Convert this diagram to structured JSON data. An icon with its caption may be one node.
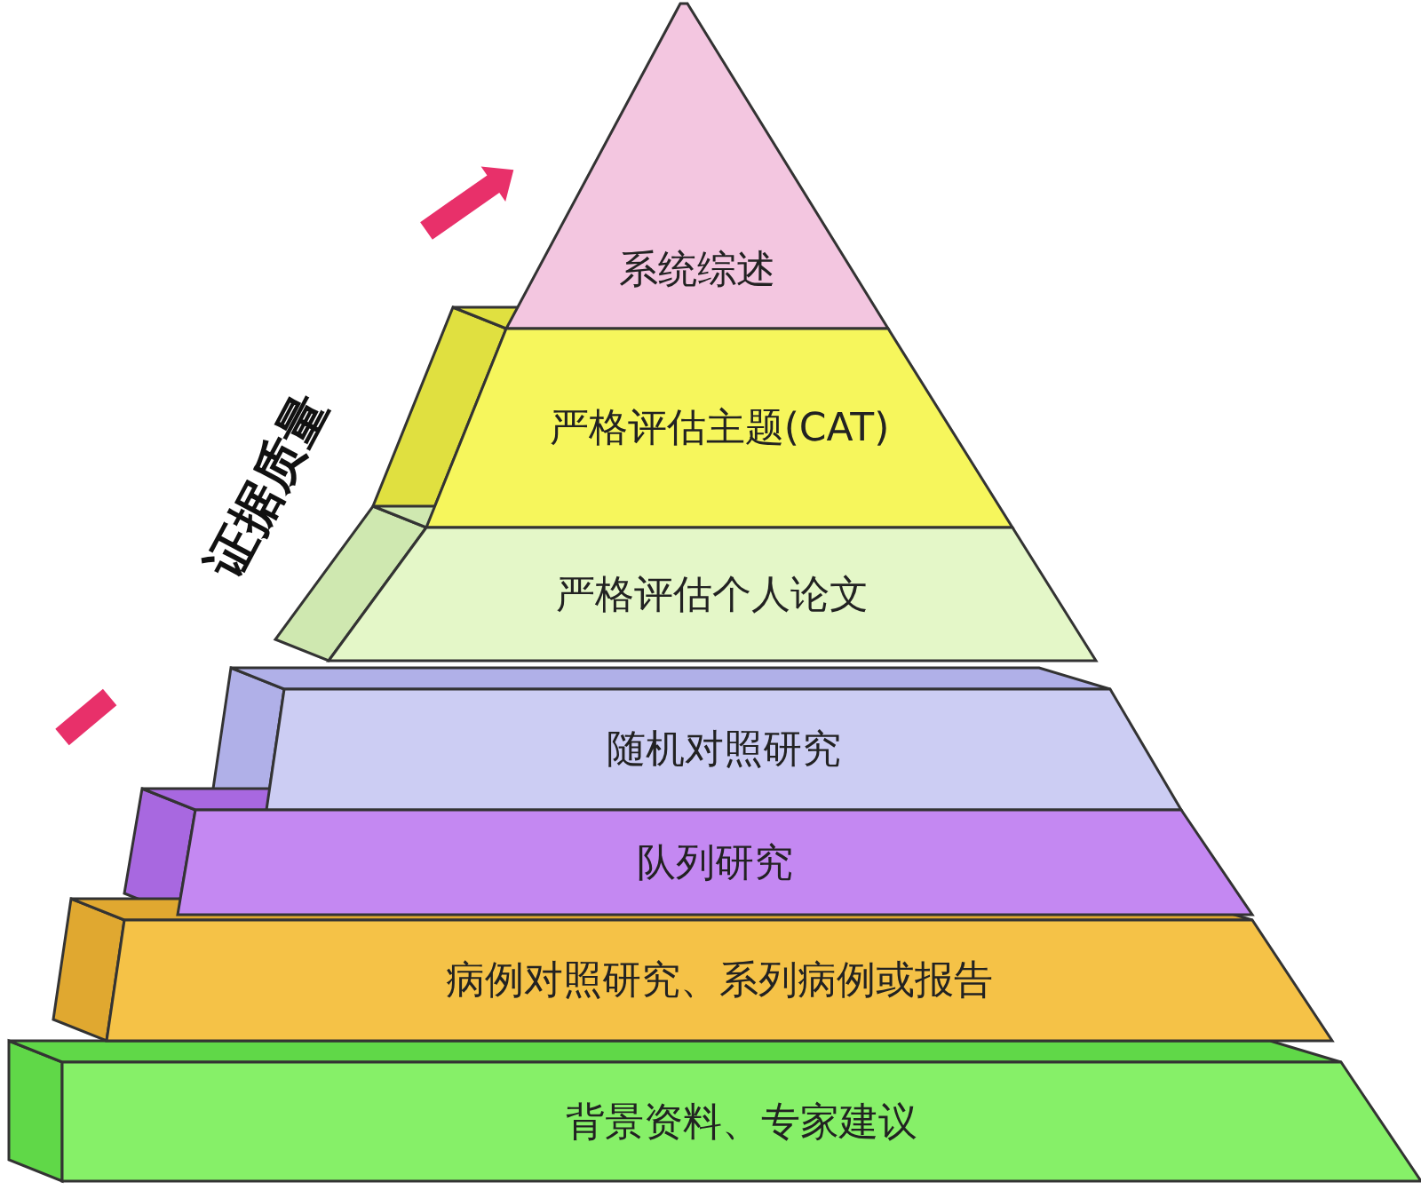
{
  "diagram": {
    "nodes": [
      {
        "text": [
          "系统综述"
        ]
      },
      {
        "text": [
          "严格评估主题(CAT)"
        ]
      },
      {
        "text": [
          "严格评估个人论文"
        ]
      },
      {
        "text": [
          "随机对照研究"
        ]
      },
      {
        "text": [
          "队列研究"
        ]
      },
      {
        "text": [
          "病例对照研究、系列病例或报告"
        ]
      },
      {
        "text": [
          "背景资料、专家建议"
        ]
      }
    ],
    "labels": [
      "证据质量"
    ]
  }
}
